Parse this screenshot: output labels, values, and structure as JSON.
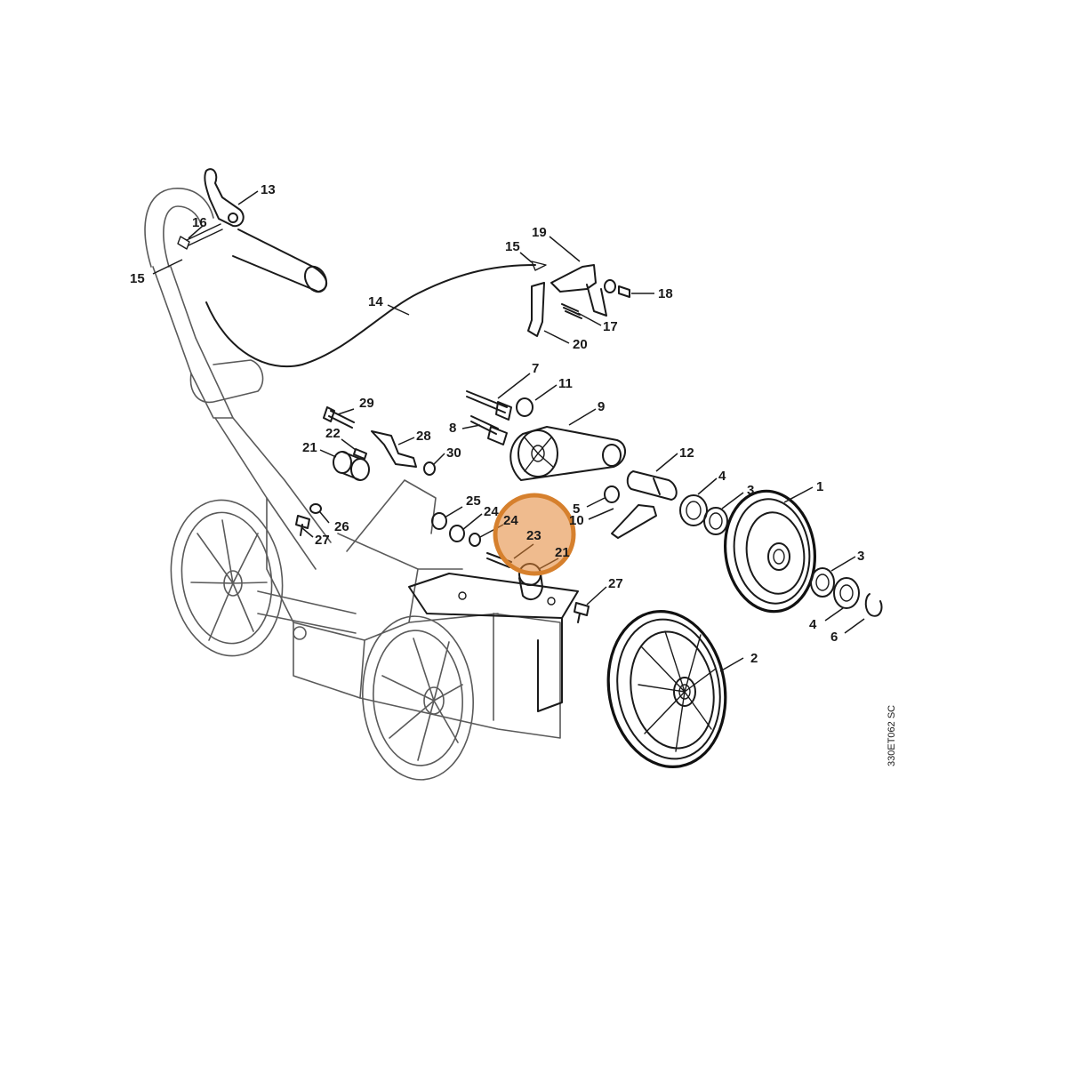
{
  "diagram": {
    "doc_id": "330ET062 SC",
    "highlight_color": "#d6802d",
    "callouts": [
      {
        "id": "c1",
        "label": "1"
      },
      {
        "id": "c2",
        "label": "2"
      },
      {
        "id": "c3a",
        "label": "3"
      },
      {
        "id": "c3b",
        "label": "3"
      },
      {
        "id": "c4a",
        "label": "4"
      },
      {
        "id": "c4b",
        "label": "4"
      },
      {
        "id": "c5",
        "label": "5"
      },
      {
        "id": "c6",
        "label": "6"
      },
      {
        "id": "c7",
        "label": "7"
      },
      {
        "id": "c8",
        "label": "8"
      },
      {
        "id": "c9",
        "label": "9"
      },
      {
        "id": "c10",
        "label": "10"
      },
      {
        "id": "c11",
        "label": "11"
      },
      {
        "id": "c12",
        "label": "12"
      },
      {
        "id": "c13",
        "label": "13"
      },
      {
        "id": "c14",
        "label": "14"
      },
      {
        "id": "c15a",
        "label": "15"
      },
      {
        "id": "c15b",
        "label": "15"
      },
      {
        "id": "c16",
        "label": "16"
      },
      {
        "id": "c17",
        "label": "17"
      },
      {
        "id": "c18",
        "label": "18"
      },
      {
        "id": "c19",
        "label": "19"
      },
      {
        "id": "c20",
        "label": "20"
      },
      {
        "id": "c21a",
        "label": "21"
      },
      {
        "id": "c21b",
        "label": "21"
      },
      {
        "id": "c22",
        "label": "22"
      },
      {
        "id": "c23",
        "label": "23"
      },
      {
        "id": "c24a",
        "label": "24"
      },
      {
        "id": "c24b",
        "label": "24"
      },
      {
        "id": "c25",
        "label": "25"
      },
      {
        "id": "c26",
        "label": "26"
      },
      {
        "id": "c27a",
        "label": "27"
      },
      {
        "id": "c27b",
        "label": "27"
      },
      {
        "id": "c28",
        "label": "28"
      },
      {
        "id": "c29",
        "label": "29"
      },
      {
        "id": "c30",
        "label": "30"
      }
    ]
  }
}
